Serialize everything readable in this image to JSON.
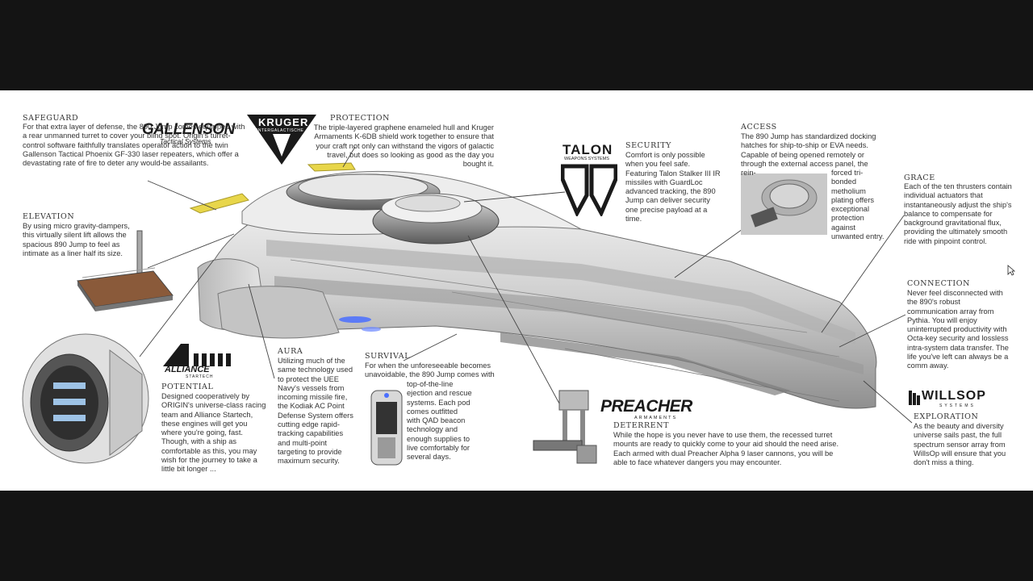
{
  "sections": {
    "safeguard": {
      "heading": "SAFEGUARD",
      "text": "For that extra layer of defense, the 890 Jump comes equipped with a rear unmanned turret to cover your blind spot. Origin's turret-control software faithfully translates operator action to the twin Gallenson Tactical Phoenix GF-330 laser repeaters, which offer a devastating rate of fire to deter any would-be assailants."
    },
    "protection": {
      "heading": "PROTECTION",
      "text": "The triple-layered graphene enameled hull and Kruger Armaments K-6DB shield work together to ensure that your craft not only can withstand the vigors of galactic travel, but does so looking as good as the day you bought it."
    },
    "security": {
      "heading": "SECURITY",
      "text": "Comfort is only possible when you feel safe. Featuring Talon Stalker III IR missiles with GuardLoc advanced tracking, the 890 Jump can deliver security one precise payload at a time."
    },
    "access": {
      "heading": "ACCESS",
      "text_top": "The 890 Jump has standardized docking hatches for ship-to-ship or EVA needs. Capable of being opened remotely or through the external access panel, the rein-",
      "text_side": "forced tri-bonded metholium plating offers exceptional protection against unwanted entry."
    },
    "grace": {
      "heading": "GRACE",
      "text": "Each of the ten thrusters contain individual actuators that instantaneously adjust the ship's balance to compensate for background gravitational flux, providing the ultimately smooth ride with pinpoint control."
    },
    "elevation": {
      "heading": "ELEVATION",
      "text": "By using micro gravity-dampers, this virtually silent lift allows the spacious 890 Jump to feel as intimate as a liner half its size."
    },
    "connection": {
      "heading": "CONNECTION",
      "text": "Never feel disconnected with the 890's robust communication array from Pythia. You will enjoy uninterrupted productivity with Octa-key security and lossless intra-system data transfer. The life you've left can always be a comm away."
    },
    "aura": {
      "heading": "AURA",
      "text": "Utilizing much of the same technology used to protect the UEE Navy's vessels from incoming missile fire, the Kodiak AC Point Defense System offers cutting edge rapid-tracking capabilities and multi-point targeting to provide maximum security."
    },
    "survival": {
      "heading": "SURVIVAL",
      "text_top": "For when the unforeseeable becomes unavoidable, the 890 Jump comes with",
      "text_side": "top-of-the-line ejection and rescue systems. Each pod comes outfitted with QAD beacon technology and enough supplies to live comfortably for several days."
    },
    "potential": {
      "heading": "POTENTIAL",
      "text": "Designed cooperatively by ORIGIN's universe-class racing team and Alliance Startech, these engines will get you where you're going, fast. Though, with a ship as comfortable as this, you may wish for the journey to take a little bit longer ..."
    },
    "deterrent": {
      "heading": "DETERRENT",
      "text": "While the hope is you never have to use them, the recessed turret mounts are ready to quickly come to your aid should the need arise. Each armed with dual Preacher Alpha 9 laser cannons, you will be able to face whatever dangers you may encounter."
    },
    "exploration": {
      "heading": "EXPLORATION",
      "text": "As the beauty and diversity universe sails past, the full spectrum sensor array from WillsOp will ensure that you don't miss a thing."
    }
  },
  "logos": {
    "gallenson": "GALLENSON",
    "gallenson_sub": "Tactical Systems",
    "kruger": "KRUGER",
    "kruger_sub": "INTERGALACTISCHE",
    "talon": "TALON",
    "talon_sub": "WEAPONS SYSTEMS",
    "alliance": "ALLIANCE",
    "alliance_sub": "STARTECH",
    "preacher": "PREACHER",
    "preacher_sub": "ARMAMENTS",
    "willsop": "WILLSOP",
    "willsop_sub": "SYSTEMS"
  },
  "colors": {
    "letterbox": "#141414",
    "poster_bg": "#ffffff",
    "text": "#333333",
    "accent_yellow": "#e8d64a",
    "engine_glow": "#4a6fff"
  },
  "icons": [
    "cursor-arrow-icon"
  ]
}
